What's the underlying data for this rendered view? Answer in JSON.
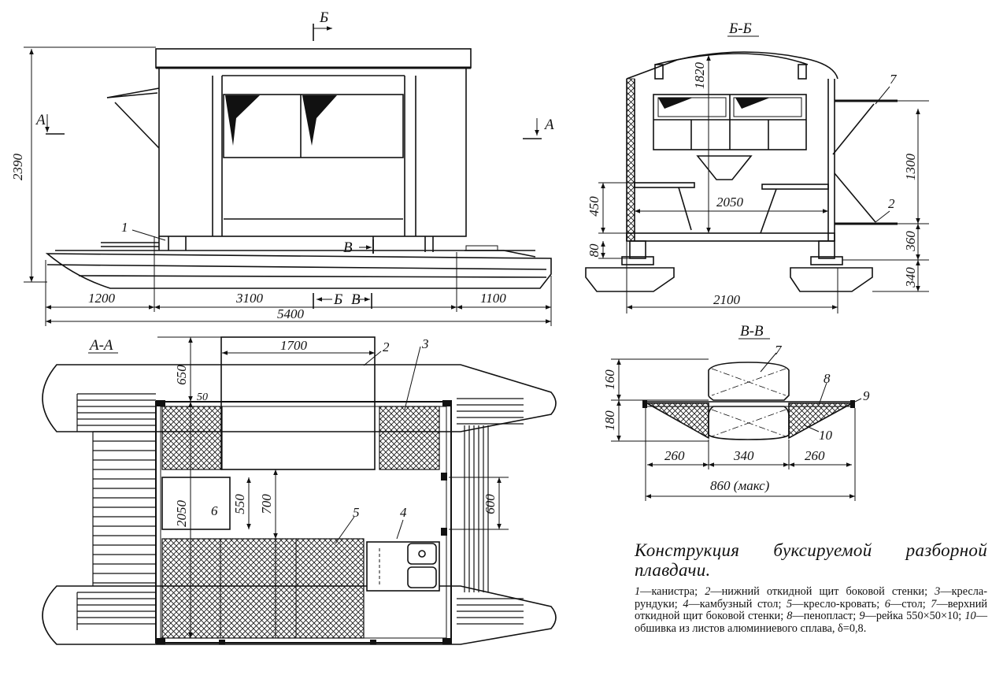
{
  "caption": {
    "title": "Конструкция буксируемой разборной плавдачи.",
    "legend": [
      {
        "num": "1",
        "text": "канистра;"
      },
      {
        "num": "2",
        "text": "нижний откидной щит боковой стенки;"
      },
      {
        "num": "3",
        "text": "кресла-рундуки;"
      },
      {
        "num": "4",
        "text": "камбузный стол;"
      },
      {
        "num": "5",
        "text": "кресло-кровать;"
      },
      {
        "num": "6",
        "text": "стол;"
      },
      {
        "num": "7",
        "text": "верхний откидной щит боковой стенки;"
      },
      {
        "num": "8",
        "text": "пенопласт;"
      },
      {
        "num": "9",
        "text": "рейка 550×50×10;"
      },
      {
        "num": "10",
        "text": "обшивка из листов алюминиевого сплава, δ=0,8."
      }
    ]
  },
  "side_view": {
    "dims": {
      "height": "2390",
      "left": "1200",
      "middle": "3100",
      "right": "1100",
      "total": "5400"
    },
    "section_marks": {
      "a_left": "А",
      "a_right": "А",
      "b_top": "Б",
      "b_bottom": "Б",
      "v_top": "В",
      "v_bottom": "В"
    },
    "callouts": {
      "c1": "1"
    }
  },
  "section_aa": {
    "title": "А-А",
    "dims": {
      "d1700": "1700",
      "d650": "650",
      "d50": "50",
      "d2050": "2050",
      "d550": "550",
      "d700": "700",
      "d600": "600"
    },
    "callouts": {
      "c2": "2",
      "c3": "3",
      "c4": "4",
      "c5": "5",
      "c6": "6"
    }
  },
  "section_bb": {
    "title": "Б-Б",
    "dims": {
      "d1820": "1820",
      "d1300": "1300",
      "d450": "450",
      "d2050": "2050",
      "d360": "360",
      "d80": "80",
      "d340": "340",
      "d2100": "2100"
    },
    "callouts": {
      "c7": "7",
      "c2": "2"
    }
  },
  "section_vv": {
    "title": "В-В",
    "dims": {
      "d160": "160",
      "d180": "180",
      "d260a": "260",
      "d340": "340",
      "d260b": "260",
      "d860": "860 (макс)"
    },
    "callouts": {
      "c7": "7",
      "c8": "8",
      "c9": "9",
      "c10": "10"
    }
  }
}
